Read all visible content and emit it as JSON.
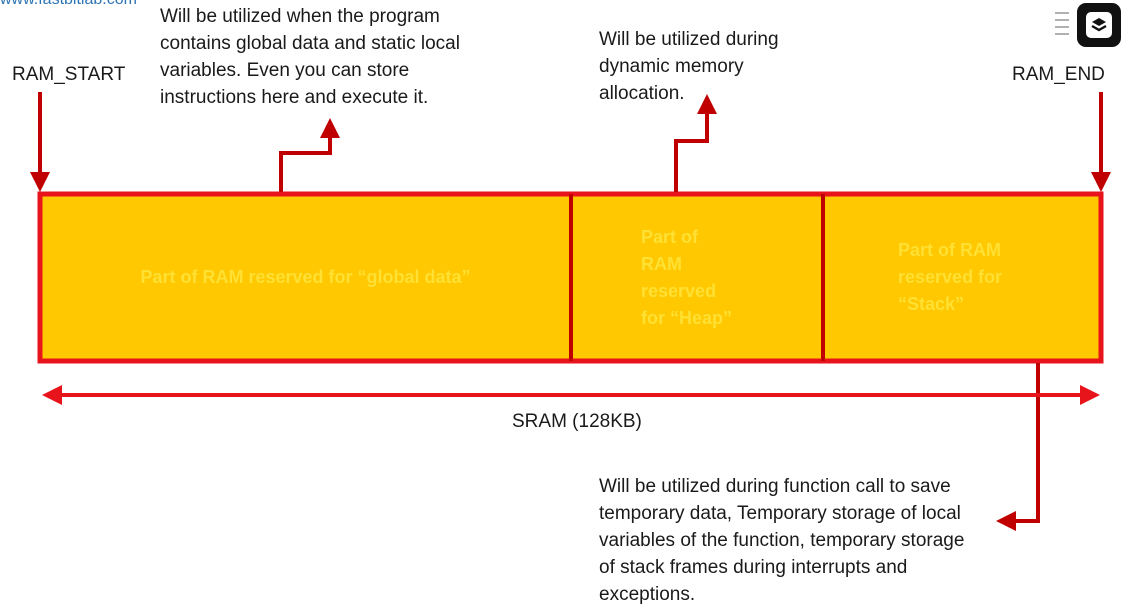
{
  "watermark": "www.fastbitlab.com",
  "labels": {
    "ram_start": "RAM_START",
    "ram_end": "RAM_END",
    "sram": "SRAM (128KB)"
  },
  "notes": {
    "global": "Will be utilized when the program\ncontains global data and static local\nvariables. Even you can store\ninstructions here and execute it.",
    "heap": "Will be utilized during\ndynamic memory\nallocation.",
    "stack": "Will be utilized during function call to save\ntemporary data, Temporary storage of local\nvariables of the function, temporary storage\nof stack frames during interrupts and\nexceptions."
  },
  "sections": {
    "global": "Part of RAM reserved for “global data”",
    "heap": "Part of\nRAM\nreserved\nfor “Heap”",
    "stack": "Part of RAM\nreserved for\n“Stack”"
  },
  "colors": {
    "fill": "#ffc800",
    "border": "#e8141c",
    "arrow": "#c00000",
    "cell_text": "#ffe033",
    "watermark": "#2e74b5"
  },
  "icons": {
    "logo": "fastbit-logo-icon"
  }
}
